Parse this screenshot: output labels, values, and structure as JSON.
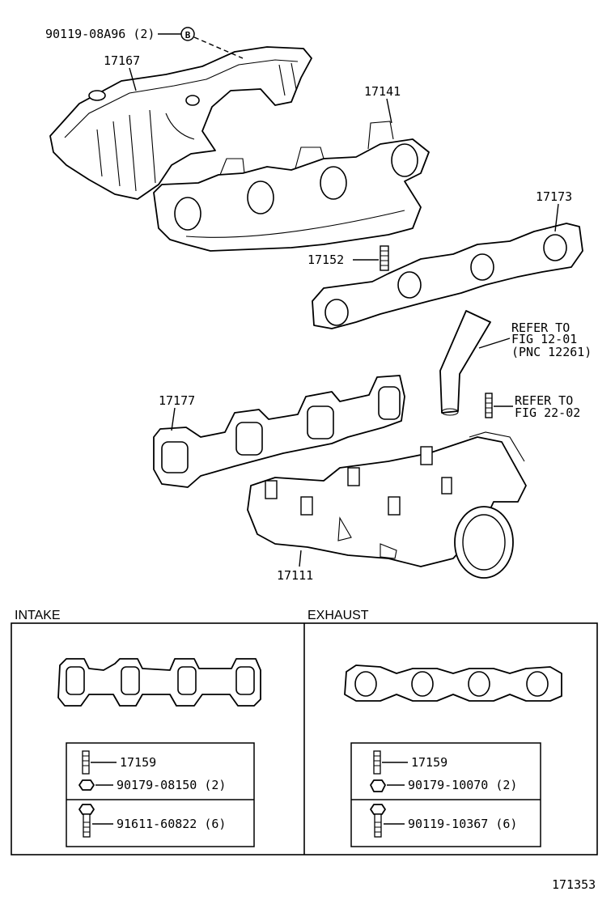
{
  "labels": {
    "bolt_b": "90119-08A96 (2)",
    "b_symbol": "B",
    "heat_insulator": "17167",
    "exhaust_manifold": "17141",
    "exhaust_gasket": "17173",
    "stud_upper": "17152",
    "refer_hose_1": "REFER TO",
    "refer_hose_2": "FIG 12-01",
    "refer_hose_3": "(PNC 12261)",
    "refer_stud_1": "REFER TO",
    "refer_stud_2": "FIG 22-02",
    "intake_gasket": "17177",
    "intake_manifold": "17111"
  },
  "intake": {
    "title": "INTAKE",
    "stud": "17159",
    "nut": "90179-08150 (2)",
    "bolt": "91611-60822 (6)"
  },
  "exhaust": {
    "title": "EXHAUST",
    "stud": "17159",
    "nut": "90179-10070 (2)",
    "bolt": "90119-10367 (6)"
  },
  "figure_number": "171353"
}
